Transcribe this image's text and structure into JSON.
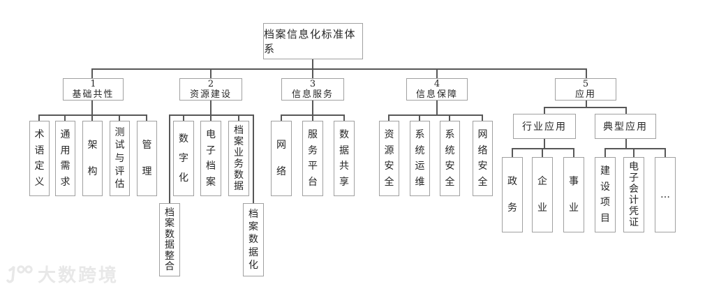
{
  "title": "档案信息化标准体系",
  "colors": {
    "line": "#575757",
    "box_border": "#a0a0a0",
    "text": "#262626",
    "watermark": "#e8e8e8"
  },
  "tree": {
    "root": {
      "label": "档案信息化标准体系"
    },
    "branches": [
      {
        "number": "1",
        "label": "基础共性",
        "children": [
          "术语定义",
          "通用需求",
          "架构",
          "测试与评估",
          "管理"
        ]
      },
      {
        "number": "2",
        "label": "资源建设",
        "children": [
          "数字化",
          "电子档案",
          "档案业务数据"
        ],
        "lower_children": [
          "档案数据整合",
          "档案数据化"
        ]
      },
      {
        "number": "3",
        "label": "信息服务",
        "children": [
          "网络",
          "服务平台",
          "数据共享"
        ]
      },
      {
        "number": "4",
        "label": "信息保障",
        "children": [
          "资源安全",
          "系统运维",
          "系统安全",
          "网络安全"
        ]
      },
      {
        "number": "5",
        "label": "应用",
        "groups": [
          {
            "label": "行业应用",
            "children": [
              "政务",
              "企业",
              "事业"
            ]
          },
          {
            "label": "典型应用",
            "children": [
              "建设项目",
              "电子会计凭证",
              "…"
            ]
          }
        ]
      }
    ]
  },
  "watermark": {
    "text": "大数跨境",
    "logo": "ten-to-100-logo"
  }
}
